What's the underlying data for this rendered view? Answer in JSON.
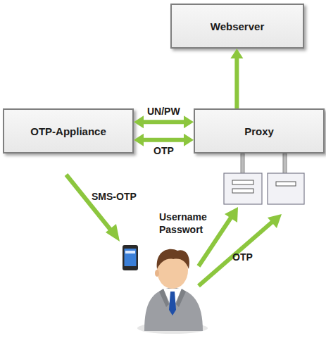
{
  "diagram": {
    "nodes": [
      {
        "text": [
          "Webserver"
        ]
      },
      {
        "text": [
          "OTP-Appliance"
        ]
      },
      {
        "text": [
          "Proxy"
        ]
      }
    ],
    "edges": [
      {
        "from": 2,
        "to": 0,
        "arrow": "to"
      },
      {
        "from": 1,
        "to": 2,
        "label": "UN/PW",
        "arrow": "both"
      },
      {
        "from": 1,
        "to": 2,
        "label": "OTP",
        "arrow": "both"
      }
    ],
    "labels": [
      "SMS-OTP",
      "Username Passwort",
      "OTP"
    ]
  }
}
